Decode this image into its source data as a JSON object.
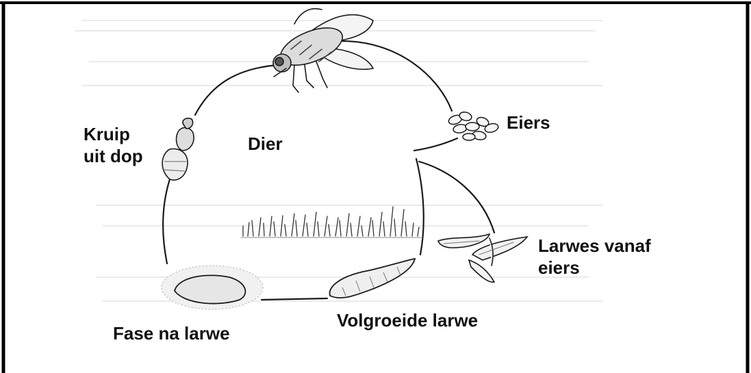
{
  "diagram": {
    "center_label": "Dier",
    "stages": {
      "eiers": "Eiers",
      "larwes_line1": "Larwes vanaf",
      "larwes_line2": "eiers",
      "volgroeide": "Volgroeide larwe",
      "fase": "Fase na larwe",
      "kruip_line1": "Kruip",
      "kruip_line2": "uit dop"
    }
  }
}
